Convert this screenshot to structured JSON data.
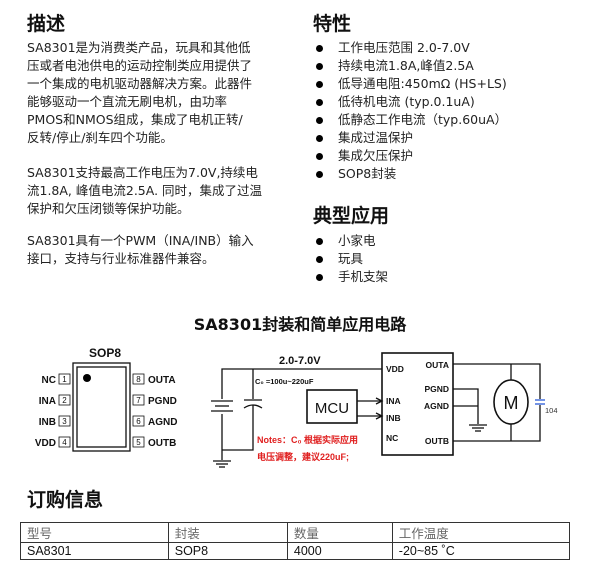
{
  "description": {
    "heading": "描述",
    "paragraphs": [
      [
        "SA8301是为消费类产品，玩具和其他低",
        "压或者电池供电的运动控制类应用提供了",
        "一个集成的电机驱动器解决方案。此器件",
        "能够驱动一个直流无刷电机，由功率",
        "PMOS和NMOS组成，集成了电机正转/",
        "反转/停止/刹车四个功能。"
      ],
      [
        "SA8301支持最高工作电压为7.0V,持续电",
        "流1.8A, 峰值电流2.5A. 同时，集成了过温",
        "保护和欠压闭锁等保护功能。"
      ],
      [
        "SA8301具有一个PWM（INA/INB）输入",
        "接口，支持与行业标准器件兼容。"
      ]
    ]
  },
  "features": {
    "heading": "特性",
    "items": [
      "工作电压范围 2.0-7.0V",
      "持续电流1.8A,峰值2.5A",
      "低导通电阻:450mΩ (HS+LS)",
      "低待机电流 (typ.0.1uA)",
      "低静态工作电流（typ.60uA）",
      "集成过温保护",
      "集成欠压保护",
      "SOP8封装"
    ]
  },
  "applications": {
    "heading": "典型应用",
    "items": [
      "小家电",
      "玩具",
      "手机支架"
    ]
  },
  "circuit": {
    "title": "SA8301封装和简单应用电路",
    "package": {
      "name": "SOP8",
      "left_pins": [
        {
          "num": "1",
          "name": "NC"
        },
        {
          "num": "2",
          "name": "INA"
        },
        {
          "num": "3",
          "name": "INB"
        },
        {
          "num": "4",
          "name": "VDD"
        }
      ],
      "right_pins": [
        {
          "num": "8",
          "name": "OUTA"
        },
        {
          "num": "7",
          "name": "PGND"
        },
        {
          "num": "6",
          "name": "AGND"
        },
        {
          "num": "5",
          "name": "OUTB"
        }
      ]
    },
    "voltage": "2.0-7.0V",
    "cap_label": "C₀ =100u~220uF",
    "mcu": "MCU",
    "motor": "M",
    "cap2": "104",
    "ic_left": [
      "VDD",
      "INA",
      "INB",
      "NC"
    ],
    "ic_right": [
      "OUTA",
      "PGND",
      "AGND",
      "OUTB"
    ],
    "notes": [
      "Notes：C₀ 根据实际应用",
      "电压调整，建议220uF;"
    ],
    "note_color": "#e02020"
  },
  "ordering": {
    "heading": "订购信息",
    "headers": [
      "型号",
      "封装",
      "数量",
      "工作温度"
    ],
    "rows": [
      [
        "SA8301",
        "SOP8",
        "4000",
        "-20~85 ˚C"
      ]
    ]
  }
}
